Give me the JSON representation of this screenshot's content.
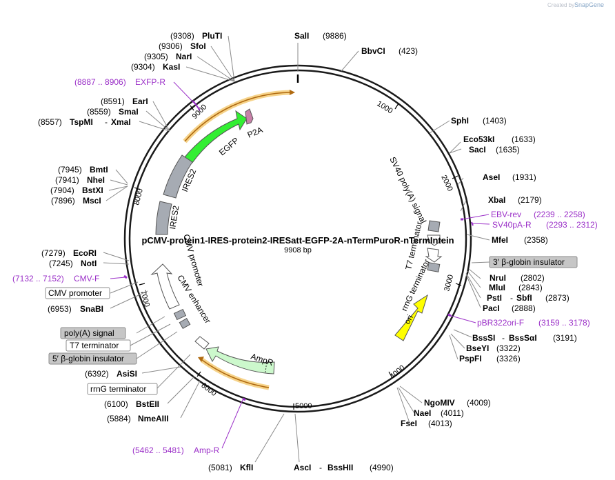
{
  "credit": {
    "prefix": "Created by",
    "brand": "SnapGene"
  },
  "map": {
    "name": "pCMV-protein1-IRES-protein2-IRESatt-EGFP-2A-nTermPuroR-nTermIntein",
    "length_label": "9908 bp",
    "ticks": [
      "1000",
      "2000",
      "3000",
      "4000",
      "5000",
      "6000",
      "7000",
      "8000",
      "9000"
    ]
  },
  "sites": [
    {
      "name": "SalI",
      "pos": "(9886)"
    },
    {
      "name": "BbvCI",
      "pos": "(423)"
    },
    {
      "name": "SphI",
      "pos": "(1403)"
    },
    {
      "name": "Eco53kI",
      "pos": "(1633)"
    },
    {
      "name": "SacI",
      "pos": "(1635)"
    },
    {
      "name": "AseI",
      "pos": "(1931)"
    },
    {
      "name": "XbaI",
      "pos": "(2179)"
    },
    {
      "name": "MfeI",
      "pos": "(2358)"
    },
    {
      "name": "NruI",
      "pos": "(2802)"
    },
    {
      "name": "MluI",
      "pos": "(2843)"
    },
    {
      "name": "PstI",
      "name2": "SbfI",
      "pos": "(2873)"
    },
    {
      "name": "PacI",
      "pos": "(2888)"
    },
    {
      "name": "BssSI",
      "name2": "BssSαI",
      "pos": "(3191)"
    },
    {
      "name": "BseYI",
      "pos": "(3322)"
    },
    {
      "name": "PspFI",
      "pos": "(3326)"
    },
    {
      "name": "NgoMIV",
      "pos": "(4009)"
    },
    {
      "name": "NaeI",
      "pos": "(4011)"
    },
    {
      "name": "FseI",
      "pos": "(4013)"
    },
    {
      "name": "AscI",
      "name2": "BssHII",
      "pos": "(4990)"
    },
    {
      "name": "KflI",
      "pos": "(5081)"
    },
    {
      "name": "NmeAIII",
      "pos": "(5884)"
    },
    {
      "name": "BstEII",
      "pos": "(6100)"
    },
    {
      "name": "AsiSI",
      "pos": "(6392)"
    },
    {
      "name": "SnaBI",
      "pos": "(6953)"
    },
    {
      "name": "NotI",
      "pos": "(7245)"
    },
    {
      "name": "EcoRI",
      "pos": "(7279)"
    },
    {
      "name": "MscI",
      "pos": "(7896)"
    },
    {
      "name": "BstXI",
      "pos": "(7904)"
    },
    {
      "name": "NheI",
      "pos": "(7941)"
    },
    {
      "name": "BmtI",
      "pos": "(7945)"
    },
    {
      "name": "TspMI",
      "name2": "XmaI",
      "pos": "(8557)"
    },
    {
      "name": "SmaI",
      "pos": "(8559)"
    },
    {
      "name": "EarI",
      "pos": "(8591)"
    },
    {
      "name": "KasI",
      "pos": "(9304)"
    },
    {
      "name": "NarI",
      "pos": "(9305)"
    },
    {
      "name": "SfoI",
      "pos": "(9306)"
    },
    {
      "name": "PluTI",
      "pos": "(9308)"
    }
  ],
  "primers": [
    {
      "name": "EXFP-R",
      "pos": "(8887 .. 8906)"
    },
    {
      "name": "EBV-rev",
      "pos": "(2239 .. 2258)"
    },
    {
      "name": "SV40pA-R",
      "pos": "(2293 .. 2312)"
    },
    {
      "name": "pBR322ori-F",
      "pos": "(3159 .. 3178)"
    },
    {
      "name": "Amp-R",
      "pos": "(5462 .. 5481)"
    },
    {
      "name": "CMV-F",
      "pos": "(7132 .. 7152)"
    }
  ],
  "boxed_features": {
    "b3_globin": "3′ β-globin insulator",
    "cmv_promoter": "CMV promoter",
    "polyA": "poly(A) signal",
    "t7": "T7 terminator",
    "b5_globin": "5′ β-globin insulator",
    "rrng": "rrnG terminator"
  },
  "features": {
    "egfp": "EGFP",
    "p2a": "P2A",
    "ires2_a": "IRES2",
    "ires2_b": "IRES2",
    "cmv_promoter": "CMV promoter",
    "cmv_enhancer": "CMV enhancer",
    "ampr": "AmpR",
    "ori": "ori",
    "sv40": "SV40 poly(A) signal",
    "t7": "T7 terminator",
    "rrng": "rrnG terminator"
  },
  "colors": {
    "backbone": "#1a1a1a",
    "egfp": "#33ee33",
    "ampr": "#ccf8cc",
    "ori": "#ffff00",
    "ires": "#a6abb3",
    "p2a": "#c880a8",
    "primer": "#9b30c8",
    "orf_arrow": "#e7a030"
  }
}
